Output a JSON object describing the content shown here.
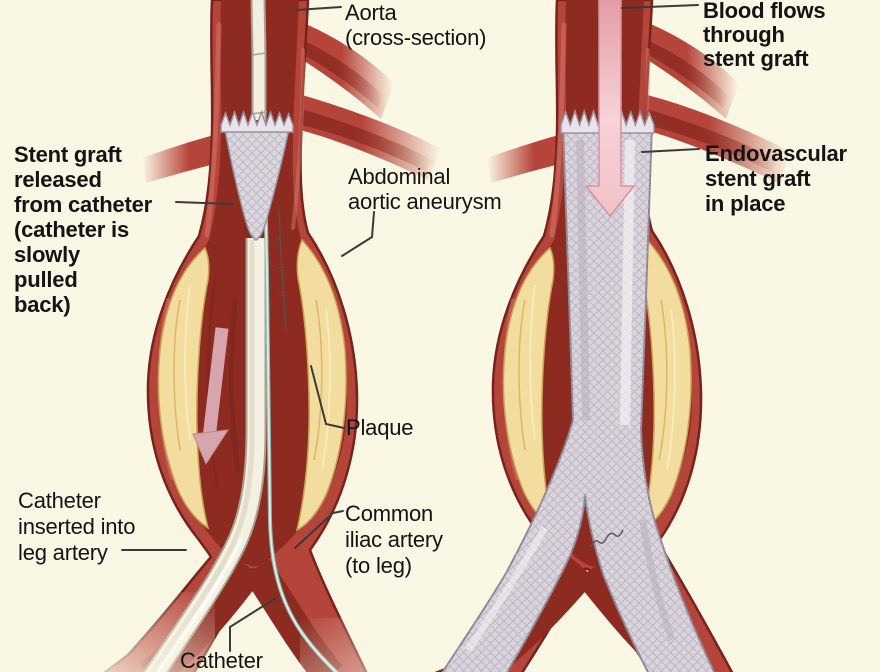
{
  "illustration": {
    "panels": [
      "stent graft being released from catheter",
      "endovascular stent graft in place"
    ]
  },
  "labels": {
    "aorta": "Aorta\n(cross-section)",
    "blood_flow": "Blood flows\nthrough\nstent graft",
    "stent_released": "Stent graft\nreleased\nfrom catheter\n(catheter is\nslowly\npulled\nback)",
    "aaa": "Abdominal\naortic aneurysm",
    "endo_stent": "Endovascular\nstent graft\nin place",
    "plaque": "Plaque",
    "catheter_leg": "Catheter\ninserted into\nleg artery",
    "iliac": "Common\niliac artery\n(to leg)",
    "catheter": "Catheter"
  },
  "icons": {
    "blood_flow_arrow": "downward arrow through stent graft",
    "pullback_arrow": "downward arrow along catheter"
  },
  "colors": {
    "background": "#FBF7E5",
    "artery_wall": "#B5443A",
    "artery_outline": "#76231B",
    "artery_lumen": "#8E2B21",
    "artery_highlight": "#D4786C",
    "plaque": "#F2DC9E",
    "plaque_outline": "#C9A258",
    "stent": "#DAD4DD",
    "stent_mesh": "#B6AEBA",
    "catheter": "#F4F1E3",
    "guidewire": "#BFE0D6",
    "arrow_pink": "#F3C4C9",
    "arrow_mauve": "#D6A5AD",
    "leader_line": "#3A3A3A",
    "text": "#141414"
  }
}
